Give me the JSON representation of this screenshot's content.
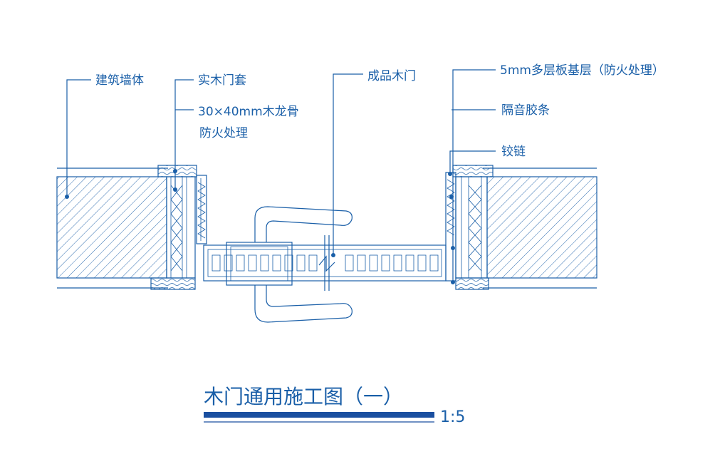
{
  "colors": {
    "line": "#1a5fa8",
    "title_bar": "#1a4fa0",
    "background": "#ffffff"
  },
  "labels": {
    "wall": "建筑墙体",
    "door_casing": "实木门套",
    "keel_line1": "30×40mm木龙骨",
    "keel_line2": "防火处理",
    "finished_door": "成品木门",
    "base_layer": "5mm多层板基层（防火处理）",
    "sound_strip": "隔音胶条",
    "hinge": "铰链"
  },
  "title": {
    "text": "木门通用施工图（一）",
    "scale": "1:5"
  }
}
